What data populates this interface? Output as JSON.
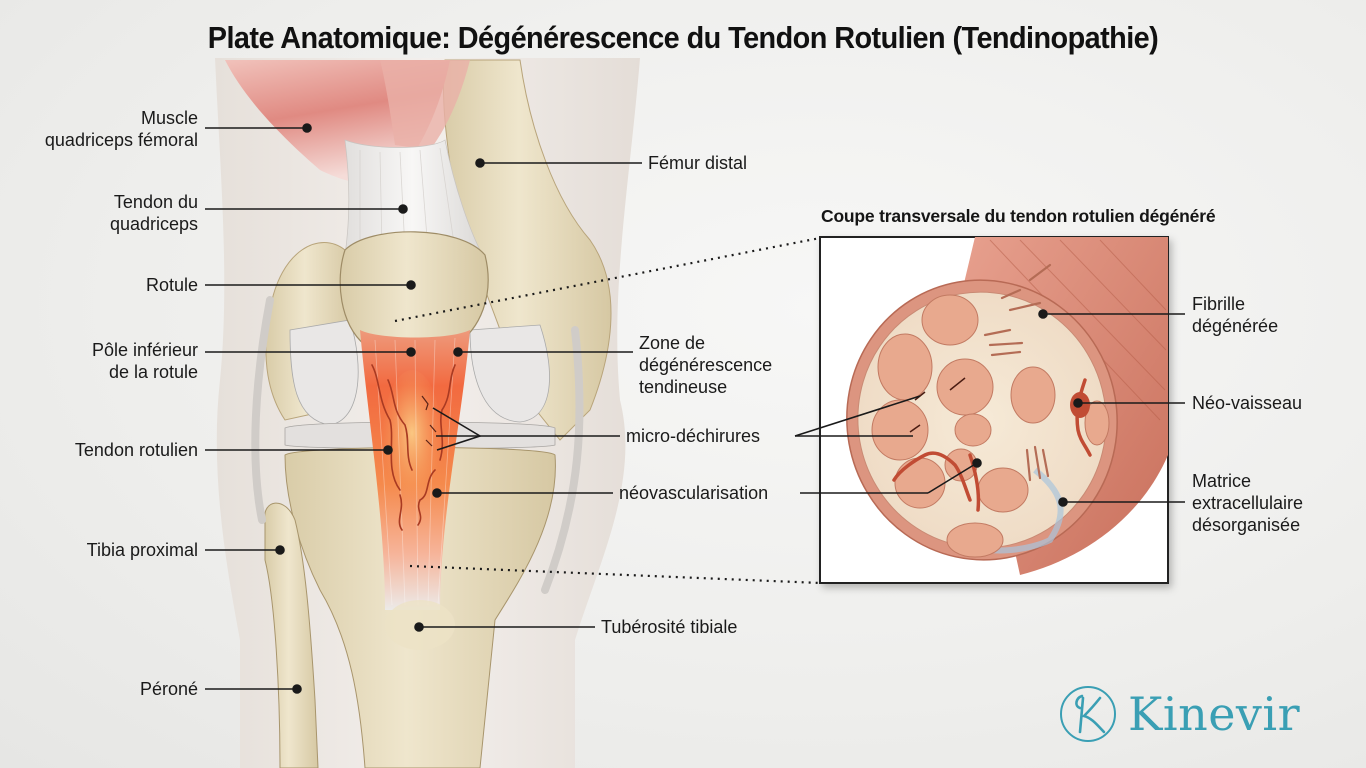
{
  "title": "Plate Anatomique: Dégénérescence du Tendon Rotulien (Tendinopathie)",
  "inset": {
    "title": "Coupe transversale du tendon rotulien dégénéré"
  },
  "left_labels": [
    {
      "id": "muscle-quadriceps",
      "lines": [
        "Muscle",
        "quadriceps fémoral"
      ]
    },
    {
      "id": "tendon-quadriceps",
      "lines": [
        "Tendon du",
        "quadriceps"
      ]
    },
    {
      "id": "rotule",
      "lines": [
        "Rotule"
      ]
    },
    {
      "id": "pole-inferieur",
      "lines": [
        "Pôle inférieur",
        "de la rotule"
      ]
    },
    {
      "id": "tendon-rotulien",
      "lines": [
        "Tendon rotulien"
      ]
    },
    {
      "id": "tibia-proximal",
      "lines": [
        "Tibia proximal"
      ]
    },
    {
      "id": "perone",
      "lines": [
        "Péroné"
      ]
    }
  ],
  "center_labels": [
    {
      "id": "femur-distal",
      "lines": [
        "Fémur distal"
      ]
    },
    {
      "id": "zone-degenerescence",
      "lines": [
        "Zone de",
        "dégénérescence",
        "tendineuse"
      ]
    },
    {
      "id": "micro-dechirures",
      "lines": [
        "micro-déchirures"
      ]
    },
    {
      "id": "neovascularisation",
      "lines": [
        "néovascularisation"
      ]
    },
    {
      "id": "tuberosite-tibiale",
      "lines": [
        "Tubérosité tibiale"
      ]
    }
  ],
  "right_labels": [
    {
      "id": "fibrille-degeneree",
      "lines": [
        "Fibrille",
        "dégénérée"
      ]
    },
    {
      "id": "neo-vaisseau",
      "lines": [
        "Néo-vaisseau"
      ]
    },
    {
      "id": "matrice",
      "lines": [
        "Matrice",
        "extracellulaire",
        "désorganisée"
      ]
    }
  ],
  "logo": {
    "initial": "K",
    "name": "Kinevir",
    "color": "#3a9fb4"
  },
  "colors": {
    "bone": "#e6dcc0",
    "muscle": "#e6908a",
    "tendon_inflamed": "#f0643c",
    "vessel": "#b8402a",
    "tendon_white": "#f2f1ef"
  }
}
